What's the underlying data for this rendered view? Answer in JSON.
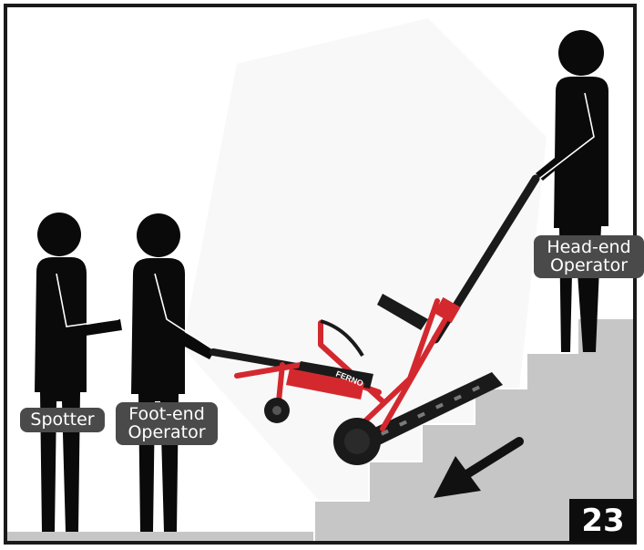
{
  "labels": {
    "spotter": "Spotter",
    "foot_end_operator": "Foot-end\nOperator",
    "head_end_operator": "Head-end\nOperator"
  },
  "chair_brand": "FERNO",
  "step_number": "23",
  "colors": {
    "figure": "#0a0a0a",
    "stairs": "#c6c6c6",
    "chair_frame": "#d4282f",
    "label_bg": "#4a4a4a",
    "step_badge_bg": "#0d0d0d",
    "arrow": "#111111"
  },
  "icons": {
    "direction": "arrow-down-left-icon"
  }
}
